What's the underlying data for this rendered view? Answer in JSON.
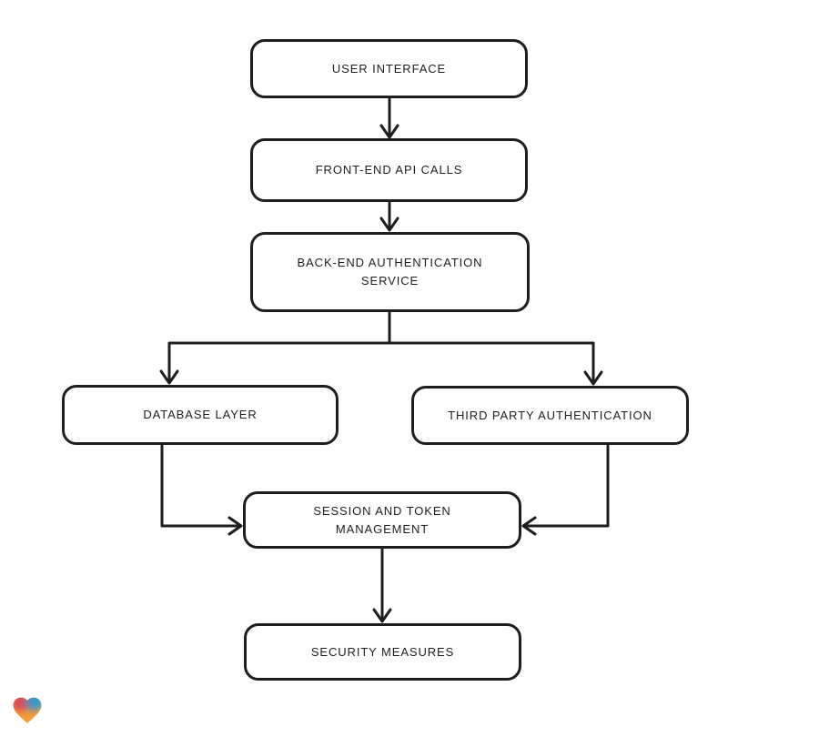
{
  "diagram": {
    "type": "flowchart",
    "background_color": "#ffffff",
    "stroke_color": "#1e1e1e",
    "node_fill_color": "#ffffff",
    "nodes": {
      "user_interface": {
        "label": "USER INTERFACE"
      },
      "front_end_api_calls": {
        "label": "FRONT-END API CALLS"
      },
      "back_end_auth_service": {
        "label": "BACK-END AUTHENTICATION SERVICE"
      },
      "database_layer": {
        "label": "DATABASE LAYER"
      },
      "third_party_auth": {
        "label": "THIRD PARTY AUTHENTICATION"
      },
      "session_token_mgmt": {
        "label": "SESSION AND TOKEN MANAGEMENT"
      },
      "security_measures": {
        "label": "SECURITY MEASURES"
      }
    },
    "edges": [
      {
        "from": "user_interface",
        "to": "front_end_api_calls"
      },
      {
        "from": "front_end_api_calls",
        "to": "back_end_auth_service"
      },
      {
        "from": "back_end_auth_service",
        "to": "database_layer"
      },
      {
        "from": "back_end_auth_service",
        "to": "third_party_auth"
      },
      {
        "from": "database_layer",
        "to": "session_token_mgmt"
      },
      {
        "from": "third_party_auth",
        "to": "session_token_mgmt"
      },
      {
        "from": "session_token_mgmt",
        "to": "security_measures"
      }
    ]
  },
  "logo": {
    "name": "lovable-heart",
    "colors": {
      "red": "#e5484d",
      "blue": "#2f9bd6",
      "orange": "#f59b38",
      "purple": "#8a5fbf"
    }
  }
}
